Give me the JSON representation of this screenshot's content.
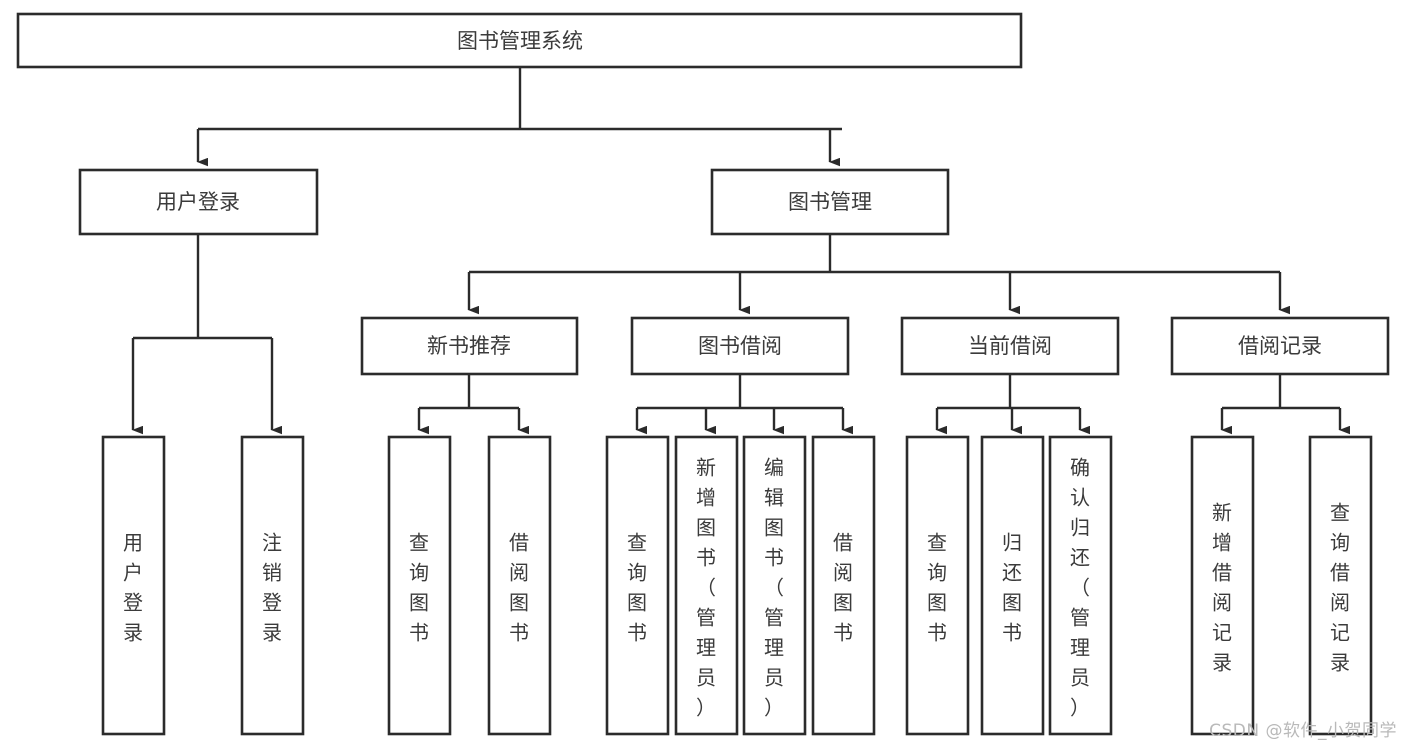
{
  "diagram": {
    "type": "tree",
    "title": "图书管理系统",
    "colors": {
      "background": "#ffffff",
      "box_stroke": "#2b2b2b",
      "box_fill": "#ffffff",
      "text": "#3b3b3b",
      "connector": "#2b2b2b",
      "watermark": "#b9b9b9"
    },
    "root": {
      "label": "图书管理系统"
    },
    "level2": [
      {
        "label": "用户登录"
      },
      {
        "label": "图书管理"
      }
    ],
    "level3": [
      {
        "label": "新书推荐"
      },
      {
        "label": "图书借阅"
      },
      {
        "label": "当前借阅"
      },
      {
        "label": "借阅记录"
      }
    ],
    "leaves": {
      "user_login": [
        {
          "label": "用户登录"
        },
        {
          "label": "注销登录"
        }
      ],
      "new_book_recommend": [
        {
          "label": "查询图书"
        },
        {
          "label": "借阅图书"
        }
      ],
      "book_borrow": [
        {
          "label": "查询图书"
        },
        {
          "label": "新增图书（管理员）"
        },
        {
          "label": "编辑图书（管理员）"
        },
        {
          "label": "借阅图书"
        }
      ],
      "current_borrow": [
        {
          "label": "查询图书"
        },
        {
          "label": "归还图书"
        },
        {
          "label": "确认归还（管理员）"
        }
      ],
      "borrow_record": [
        {
          "label": "新增借阅记录"
        },
        {
          "label": "查询借阅记录"
        }
      ]
    }
  },
  "watermark": {
    "text": "CSDN @软件_小贺同学"
  }
}
